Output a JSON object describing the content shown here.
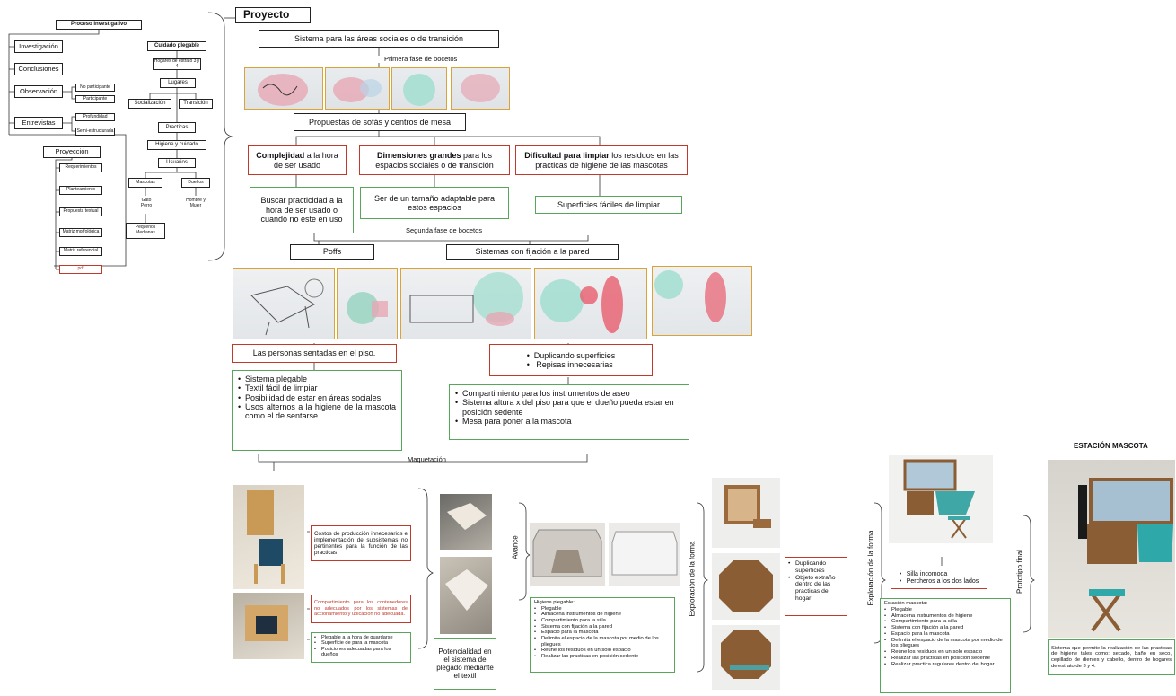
{
  "left_tree": {
    "root": "Proceso investigativo",
    "items": [
      "Investigación",
      "Conclusiones",
      "Observación",
      "Entrevistas",
      "Proyección"
    ],
    "observacion_sub": [
      "No participante",
      "Participante"
    ],
    "entrevistas_sub": [
      "Profundidad",
      "Semi-estructurada"
    ],
    "proyeccion_sub": [
      "Requerimientos",
      "Planteamiento",
      "Propuesta textual",
      "Matriz morfológica",
      "Matriz referencial",
      "pdf"
    ]
  },
  "mid_tree": {
    "items": [
      "Cuidado plegable",
      "Hogares de estrato 3 y 4",
      "Lugares",
      "Socialización",
      "Transición",
      "Practicas",
      "Higiene y cuidado",
      "Usuarios",
      "Mascotas",
      "Dueños",
      "Gato\nPerro",
      "Hombre y Mujer",
      "Pequeños\nMedianas"
    ]
  },
  "project": {
    "title": "Proyecto",
    "system": "Sistema para las áreas sociales o de transición",
    "first_phase": "Primera fase de bocetos",
    "proposals": "Propuestas de sofás y centros de mesa",
    "problems": [
      {
        "bold": "Complejidad",
        "rest": " a la hora de ser usado"
      },
      {
        "bold": "Dimensiones grandes",
        "rest": " para los espacios sociales o de transición"
      },
      {
        "bold": "Dificultad para limpiar",
        "rest": " los residuos en las practicas de higiene de las mascotas"
      }
    ],
    "solutions": [
      "Buscar practicidad a la hora de ser usado o cuando no este en uso",
      "Ser de un tamaño adaptable para estos espacios",
      "Superficies fáciles de limpiar"
    ],
    "second_phase": "Segunda fase de bocetos",
    "poffs": "Poffs",
    "wall": "Sistemas con fijación a la pared",
    "people": "Las personas sentadas en el piso.",
    "dup": [
      "Duplicando superficies",
      "Repisas innecesarias"
    ],
    "left_list": [
      "Sistema plegable",
      "Textil fácil de limpiar",
      "Posibilidad de estar en áreas sociales",
      "Usos alternos a la higiene de la mascota como el de sentarse."
    ],
    "right_list": [
      "Compartimiento para los instrumentos de aseo",
      "Sistema altura x del piso para que el dueño pueda estar en posición sedente",
      "Mesa para poner a la mascota"
    ],
    "maquetacion": "Maquetación"
  },
  "bottom": {
    "costs": "Costos de producción innecesarios e implementación de subsistemas no pertinentes para la función de las practicas",
    "comp": "Compartimiento para los contenedores no adecuados por los sistemas de accionamiento y ubicación no adecuada.",
    "green_small": [
      "Plegable a la hora de guardarse",
      "Superficie de para la mascota",
      "Posiciones adecuadas para los dueños"
    ],
    "potencialidad": "Potencialidad en el sistema de plegado mediante el textil",
    "avance": "Avance",
    "higiene_title": "Higiene plegable:",
    "higiene_list": [
      "Plegable",
      "Almacena instrumentos de higiene",
      "Compartimiento para la silla",
      "Sistema con fijación a la pared",
      "Espacio para la mascota",
      "Delimita el espacio de la mascota por medio de los pliegues",
      "Reúne los residuos en un solo espacio",
      "Realizar las practicas en posición sedente"
    ],
    "exploracion1": "Exploración de la forma",
    "red_mid": [
      "Duplicando superficies",
      "Objeto extraño dentro de las practicas del hogar"
    ],
    "exploracion2": "Exploración de la forma",
    "silla": [
      "Silla incomoda",
      "Percheros a los dos lados"
    ],
    "estacion_title": "Estación mascota:",
    "estacion_list": [
      "Plegable",
      "Almacena instrumentos de higiene",
      "Compartimiento para la silla",
      "Sistema con fijación a la pared",
      "Espacio para la mascota",
      "Delimita el espacio de la mascota por medio de los pliegues",
      "Reúne los residuos en un solo espacio",
      "Realizar las practicas en posición sedente",
      "Realizar practica regulares dentro del hogar"
    ],
    "prototipo": "Prototipo final",
    "final_title": "ESTACIÓN MASCOTA",
    "final_desc": "Sistema que permite la realización de las practicas de higiene tales como: secado, baño en seco, cepillado de dientes y cabello, dentro de hogares de estrato de 3 y 4."
  }
}
